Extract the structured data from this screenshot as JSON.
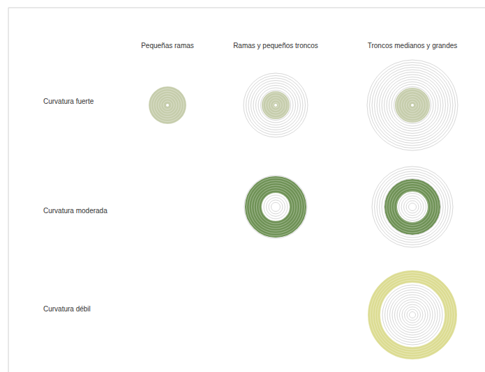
{
  "diagram": {
    "labels": [
      "Pequeñas ramas",
      "Ramas y pequeños troncos",
      "Troncos medianos y grandes",
      "Curvatura fuerte",
      "Curvatura moderada",
      "Curvatura débil"
    ]
  }
}
